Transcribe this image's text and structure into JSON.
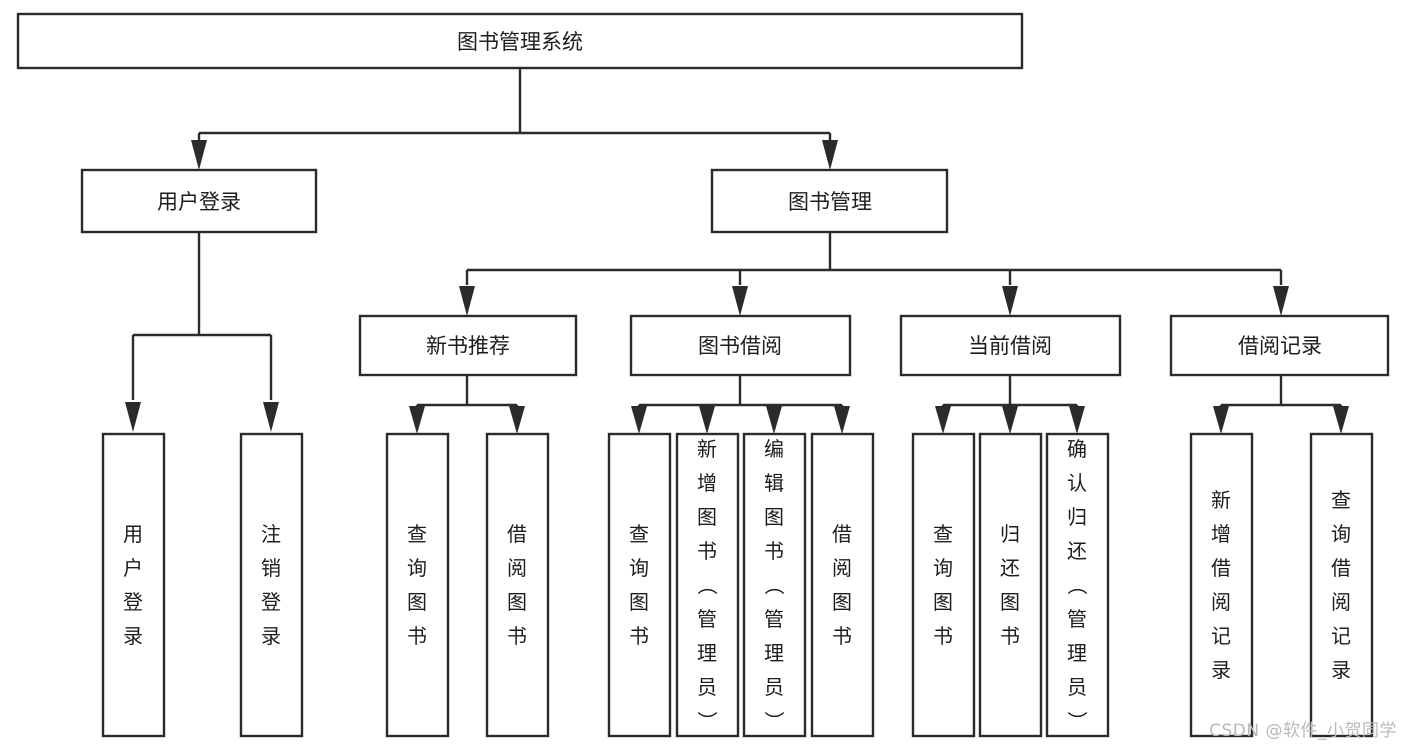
{
  "diagram": {
    "title": "图书管理系统",
    "type": "hierarchy-tree",
    "watermark": "CSDN @软件_小贺同学",
    "colors": {
      "stroke": "#2b2b2b",
      "fill": "#ffffff",
      "text": "#1d1d1d",
      "watermark": "#b9b9b9",
      "background": "#ffffff"
    },
    "levels": {
      "root": {
        "label": "图书管理系统"
      },
      "level2": [
        {
          "id": "user-login",
          "label": "用户登录"
        },
        {
          "id": "book-manage",
          "label": "图书管理"
        }
      ],
      "level3": [
        {
          "id": "new-book-recommend",
          "label": "新书推荐",
          "parent": "book-manage"
        },
        {
          "id": "book-borrow",
          "label": "图书借阅",
          "parent": "book-manage"
        },
        {
          "id": "current-borrow",
          "label": "当前借阅",
          "parent": "book-manage"
        },
        {
          "id": "borrow-record",
          "label": "借阅记录",
          "parent": "book-manage"
        }
      ],
      "leaves": [
        {
          "id": "leaf-user-login",
          "label": "用户登录",
          "parent": "user-login"
        },
        {
          "id": "leaf-user-logout",
          "label": "注销登录",
          "parent": "user-login"
        },
        {
          "id": "leaf-query-book-1",
          "label": "查询图书",
          "parent": "new-book-recommend"
        },
        {
          "id": "leaf-borrow-book-1",
          "label": "借阅图书",
          "parent": "new-book-recommend"
        },
        {
          "id": "leaf-query-book-2",
          "label": "查询图书",
          "parent": "book-borrow"
        },
        {
          "id": "leaf-add-book",
          "label": "新增图书（管理员）",
          "parent": "book-borrow"
        },
        {
          "id": "leaf-edit-book",
          "label": "编辑图书（管理员）",
          "parent": "book-borrow"
        },
        {
          "id": "leaf-borrow-book-2",
          "label": "借阅图书",
          "parent": "book-borrow"
        },
        {
          "id": "leaf-query-book-3",
          "label": "查询图书",
          "parent": "current-borrow"
        },
        {
          "id": "leaf-return-book",
          "label": "归还图书",
          "parent": "current-borrow"
        },
        {
          "id": "leaf-confirm-return",
          "label": "确认归还（管理员）",
          "parent": "current-borrow"
        },
        {
          "id": "leaf-add-record",
          "label": "新增借阅记录",
          "parent": "borrow-record"
        },
        {
          "id": "leaf-query-record",
          "label": "查询借阅记录",
          "parent": "borrow-record"
        }
      ]
    }
  }
}
